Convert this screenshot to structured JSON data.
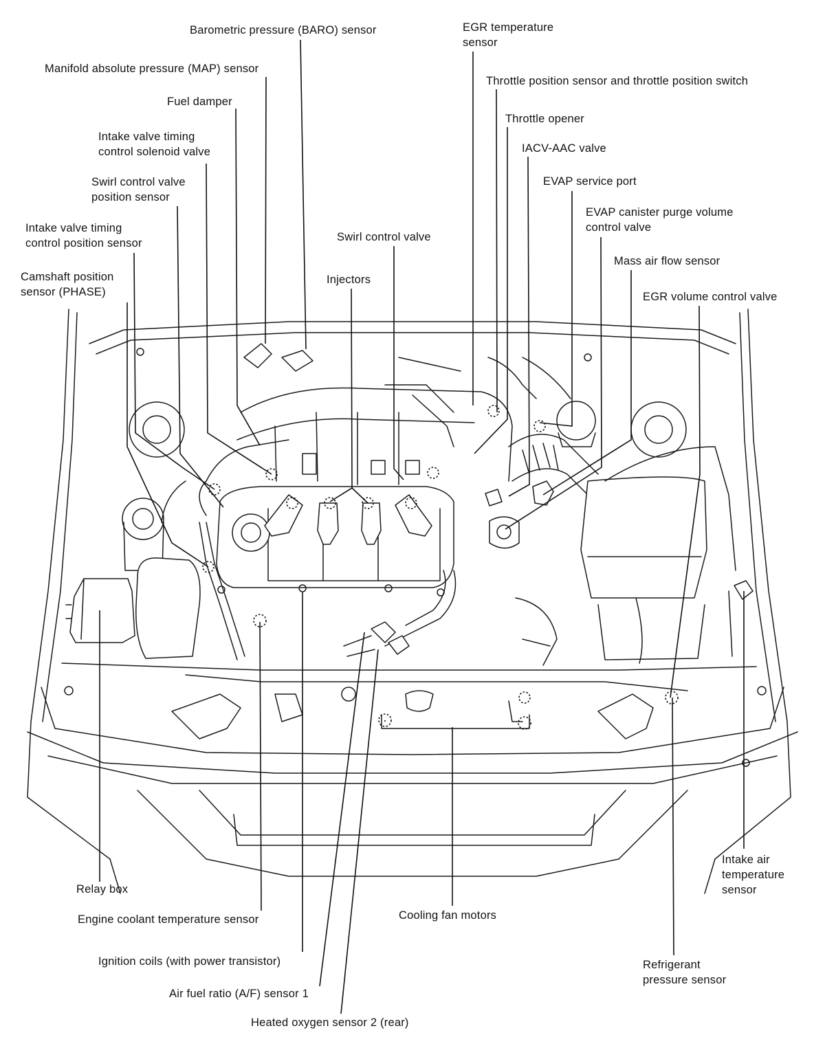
{
  "labels": {
    "baro_sensor": "Barometric pressure (BARO) sensor",
    "egr_temp_sensor_1": "EGR temperature",
    "egr_temp_sensor_2": "sensor",
    "map_sensor": "Manifold absolute pressure (MAP) sensor",
    "tps": "Throttle position sensor and throttle position switch",
    "fuel_damper": "Fuel damper",
    "throttle_opener": "Throttle opener",
    "ivt_solenoid_1": "Intake valve timing",
    "ivt_solenoid_2": "control solenoid valve",
    "iacv_aac": "IACV-AAC valve",
    "swirl_pos_1": "Swirl control valve",
    "swirl_pos_2": "position sensor",
    "evap_port": "EVAP service port",
    "evap_purge_1": "EVAP canister purge volume",
    "evap_purge_2": "control valve",
    "ivt_pos_1": "Intake valve timing",
    "ivt_pos_2": "control position sensor",
    "swirl_valve": "Swirl control valve",
    "maf": "Mass air flow sensor",
    "cmp_1": "Camshaft position",
    "cmp_2": "sensor (PHASE)",
    "injectors": "Injectors",
    "egr_volume": "EGR volume control valve",
    "relay_box": "Relay box",
    "iat_1": "Intake air",
    "iat_2": "temperature",
    "iat_3": "sensor",
    "ect": "Engine coolant temperature sensor",
    "fan_motors": "Cooling fan motors",
    "ign_coils": "Ignition coils (with power transistor)",
    "refrig_1": "Refrigerant",
    "refrig_2": "pressure sensor",
    "af_sensor": "Air fuel ratio (A/F) sensor 1",
    "ho2s2": "Heated oxygen sensor 2 (rear)"
  }
}
